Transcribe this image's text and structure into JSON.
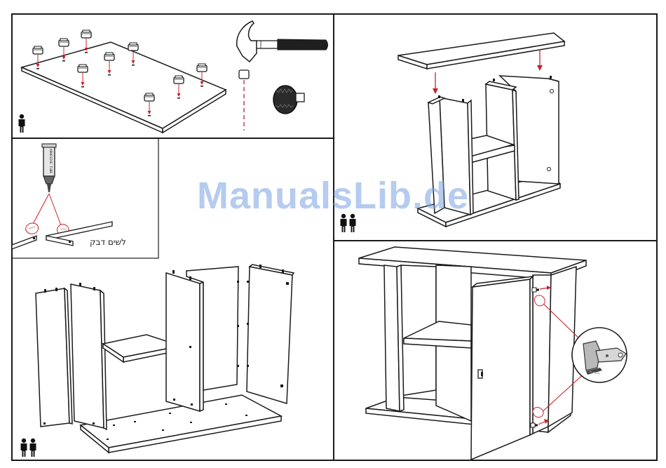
{
  "glue_label": "לשים דבק",
  "glue_tube_text": "ADHESIVE TUBE",
  "watermark": "ManualsLib.de",
  "colors": {
    "line": "#1a1a1a",
    "accent": "#c8202a",
    "watermark": "#7aa0e1"
  },
  "panels": [
    {
      "name": "step-feet",
      "people": 1
    },
    {
      "name": "step-top",
      "people": 2
    },
    {
      "name": "step-glue",
      "people": 0
    },
    {
      "name": "step-sides",
      "people": 2
    },
    {
      "name": "step-door",
      "people": 0
    }
  ]
}
